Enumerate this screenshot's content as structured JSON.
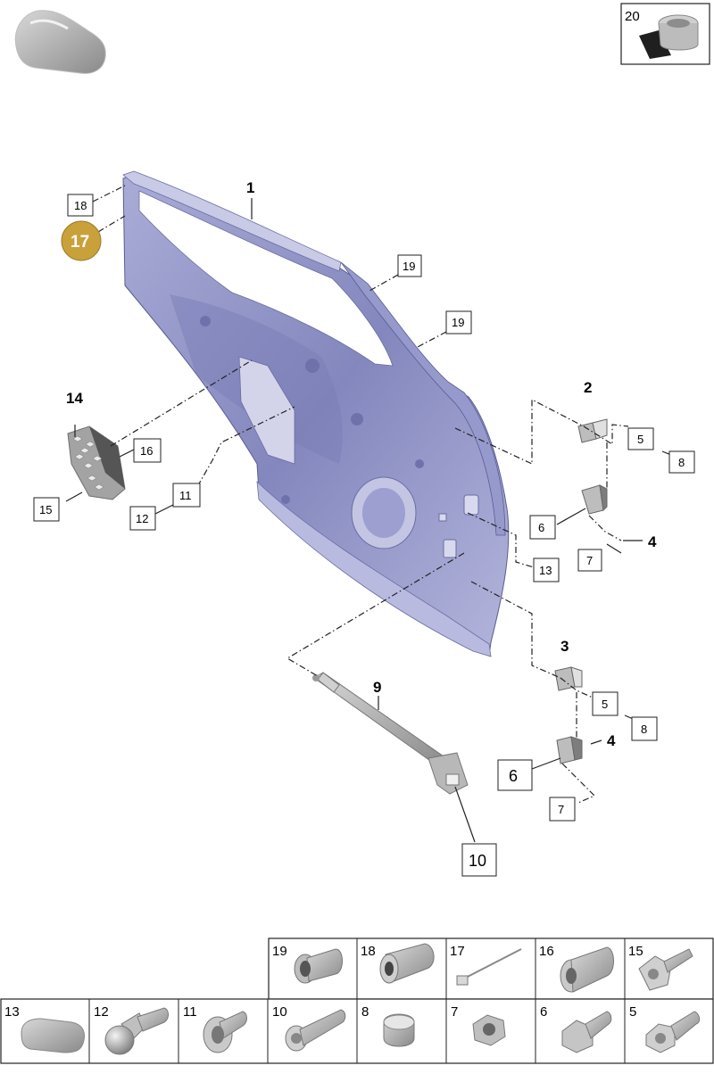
{
  "inset": {
    "number": "20"
  },
  "labels": {
    "l1": "1",
    "l2": "2",
    "l3": "3",
    "l4a": "4",
    "l4b": "4",
    "l5a": "5",
    "l5b": "5",
    "l6a": "6",
    "l6b": "6",
    "l7a": "7",
    "l7b": "7",
    "l8a": "8",
    "l8b": "8",
    "l9": "9",
    "l10": "10",
    "l11": "11",
    "l12": "12",
    "l13": "13",
    "l14": "14",
    "l15": "15",
    "l16": "16",
    "l17": "17",
    "l18": "18",
    "l19a": "19",
    "l19b": "19"
  },
  "legend_top": [
    "19",
    "18",
    "17",
    "16",
    "15"
  ],
  "legend_bottom": [
    "13",
    "12",
    "11",
    "10",
    "8",
    "7",
    "6",
    "5"
  ],
  "colors": {
    "door": "#8c8fc2",
    "door_dark": "#6d70a8",
    "door_light": "#c9cbe6",
    "part": "#9a9a9a",
    "highlight": "#c9a13a"
  }
}
